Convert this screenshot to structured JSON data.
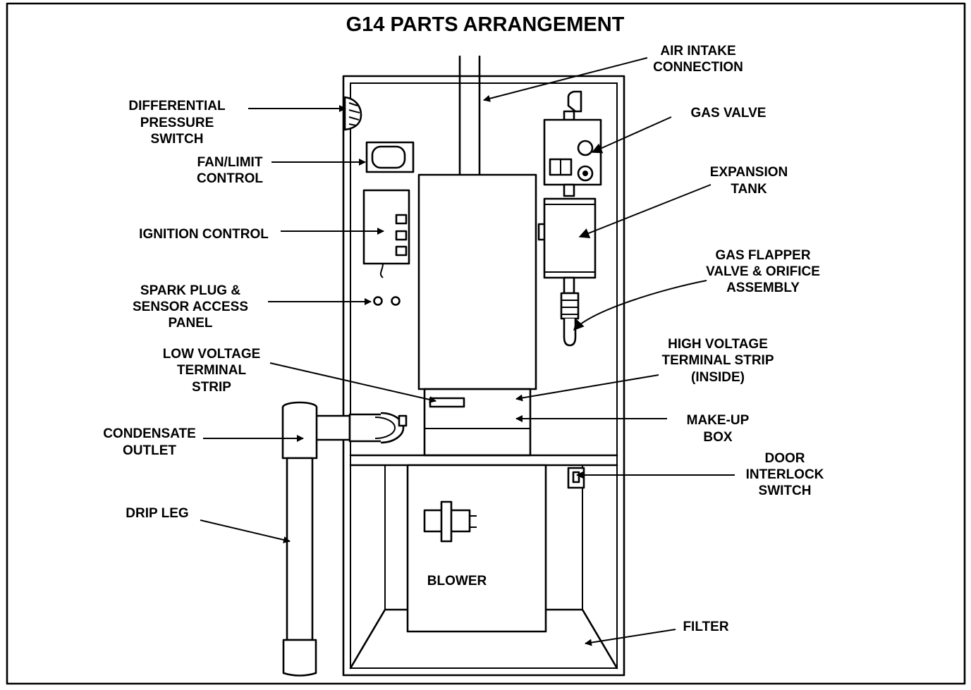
{
  "title": "G14 PARTS ARRANGEMENT",
  "labels": {
    "air_intake": [
      "AIR INTAKE",
      "CONNECTION"
    ],
    "differential_pressure_switch": [
      "DIFFERENTIAL",
      "PRESSURE",
      "SWITCH"
    ],
    "gas_valve": [
      "GAS VALVE"
    ],
    "fan_limit_control": [
      "FAN/LIMIT",
      "CONTROL"
    ],
    "expansion_tank": [
      "EXPANSION",
      "TANK"
    ],
    "ignition_control": [
      "IGNITION CONTROL"
    ],
    "gas_flapper_valve": [
      "GAS FLAPPER",
      "VALVE & ORIFICE",
      "ASSEMBLY"
    ],
    "spark_plug_panel": [
      "SPARK PLUG &",
      "SENSOR ACCESS",
      "PANEL"
    ],
    "low_voltage_strip": [
      "LOW VOLTAGE",
      "TERMINAL",
      "STRIP"
    ],
    "high_voltage_strip": [
      "HIGH VOLTAGE",
      "TERMINAL STRIP",
      "(INSIDE)"
    ],
    "condensate_outlet": [
      "CONDENSATE",
      "OUTLET"
    ],
    "make_up_box": [
      "MAKE-UP",
      "BOX"
    ],
    "door_interlock_switch": [
      "DOOR",
      "INTERLOCK",
      "SWITCH"
    ],
    "drip_leg": [
      "DRIP LEG"
    ],
    "blower": [
      "BLOWER"
    ],
    "filter": [
      "FILTER"
    ]
  }
}
